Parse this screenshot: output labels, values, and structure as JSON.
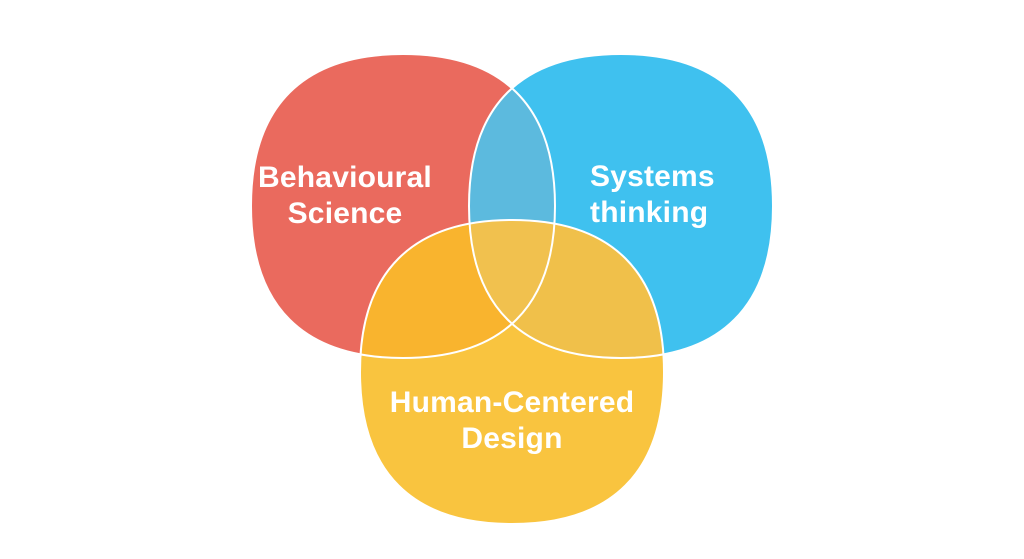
{
  "background": "#ffffff",
  "diagram": {
    "type": "venn",
    "stroke_color": "#ffffff",
    "sets": [
      {
        "id": "behavioural-science",
        "label": "Behavioural Science",
        "label_lines": [
          "Behavioural",
          "Science"
        ],
        "color": "#ea6a5e",
        "text_color": "#ffffff"
      },
      {
        "id": "systems-thinking",
        "label": "Systems thinking",
        "label_lines": [
          "Systems",
          "thinking"
        ],
        "color": "#3fc1ef",
        "text_color": "#ffffff"
      },
      {
        "id": "human-centered-design",
        "label": "Human-Centered Design",
        "label_lines": [
          "Human-Centered",
          "Design"
        ],
        "color": "#f9c43f",
        "text_color": "#ffffff"
      }
    ],
    "overlaps": {
      "behavioural_systems": "#5cbade",
      "behavioural_human": "#f9b42e",
      "systems_human": "#f0c04a",
      "all_three": "#f1c14e"
    }
  }
}
